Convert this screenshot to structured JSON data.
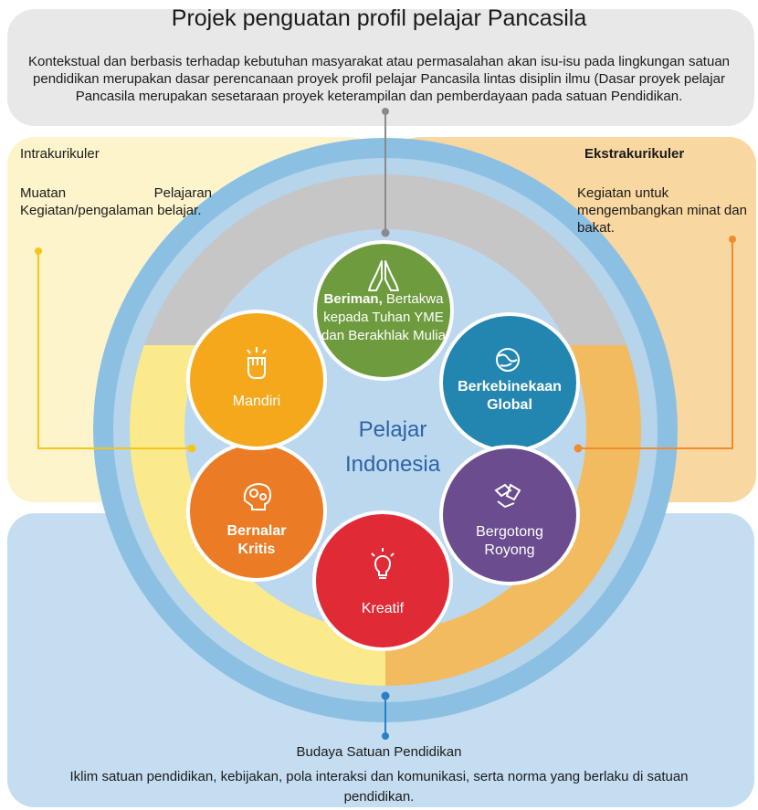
{
  "title": "Projek penguatan profil pelajar Pancasila",
  "top_description": "Kontekstual dan berbasis terhadap kebutuhan masyarakat atau permasalahan akan isu-isu pada lingkungan satuan pendidikan merupakan dasar perencanaan proyek profil pelajar Pancasila lintas disiplin ilmu (Dasar proyek pelajar Pancasila merupakan sesetaraan proyek keterampilan dan pemberdayaan pada satuan Pendidikan.",
  "intrakurikuler": {
    "title": "Intrakurikuler",
    "description": "Muatan Pelajaran Kegiatan/pengalaman belajar."
  },
  "ekstrakurikuler": {
    "title": "Ekstrakurikuler",
    "description": "Kegiatan untuk mengembangkan minat dan bakat."
  },
  "budaya": {
    "title": "Budaya Satuan Pendidikan",
    "description": "Iklim satuan pendidikan, kebijakan, pola interaksi dan komunikasi, serta norma yang berlaku di satuan pendidikan."
  },
  "center": {
    "line1": "Pelajar",
    "line2": "Indonesia"
  },
  "dimensions": {
    "beriman": {
      "bold": "Beriman,",
      "rest": " Bertakwa kepada Tuhan YME dan Berakhlak Mulia",
      "color": "#6e9b3e",
      "icon": "praying-hands-icon"
    },
    "global": {
      "line1": "Berkebinekaan",
      "line2": "Global",
      "color": "#2386b0",
      "icon": "globe-icon"
    },
    "gotong": {
      "line1": "Bergotong",
      "line2": "Royong",
      "color": "#6a4c8f",
      "icon": "joined-hands-icon"
    },
    "kreatif": {
      "label": "Kreatif",
      "color": "#e02a35",
      "icon": "lightbulb-icon"
    },
    "kritis": {
      "line1": "Bernalar",
      "line2": "Kritis",
      "color": "#eb7b24",
      "icon": "gears-head-icon"
    },
    "mandiri": {
      "label": "Mandiri",
      "color": "#f6a81d",
      "icon": "fist-icon"
    }
  },
  "colors": {
    "top_box": "#e8e8e8",
    "intra_box": "#fdf4cc",
    "ekstra_box": "#f8d7a0",
    "budaya_box": "#c5ddf0",
    "outer_ring": "#8cc0e3",
    "inner_ring": "#b6d4ea",
    "gray_band": "#c6c6c6",
    "yellow_band": "#fbea8c",
    "orange_band": "#f2bb5f",
    "center_area": "#bcd8ee",
    "center_text": "#2d63a8"
  }
}
